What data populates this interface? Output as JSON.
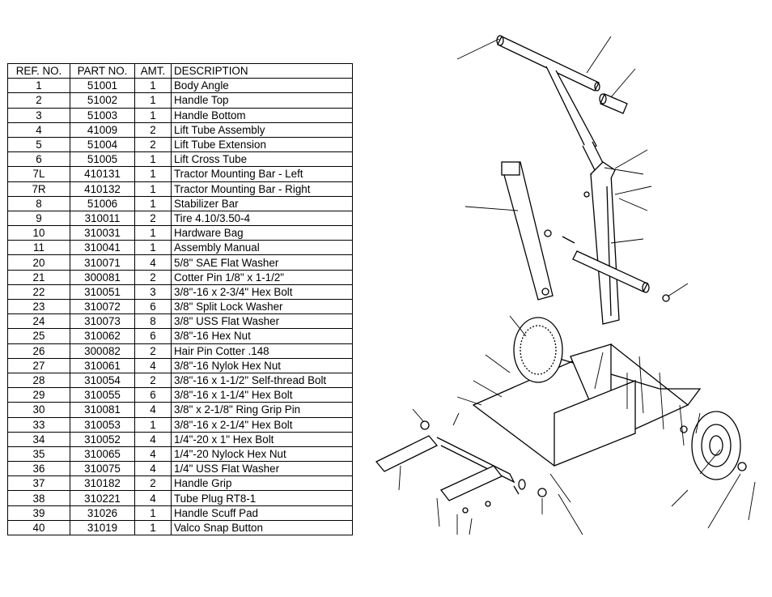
{
  "table": {
    "headers": [
      "REF. NO.",
      "PART NO.",
      "AMT.",
      "DESCRIPTION"
    ],
    "rows": [
      [
        "1",
        "51001",
        "1",
        "Body Angle"
      ],
      [
        "2",
        "51002",
        "1",
        "Handle Top"
      ],
      [
        "3",
        "51003",
        "1",
        "Handle Bottom"
      ],
      [
        "4",
        "41009",
        "2",
        "Lift Tube Assembly"
      ],
      [
        "5",
        "51004",
        "2",
        "Lift Tube Extension"
      ],
      [
        "6",
        "51005",
        "1",
        "Lift Cross Tube"
      ],
      [
        "7L",
        "410131",
        "1",
        "Tractor Mounting Bar - Left"
      ],
      [
        "7R",
        "410132",
        "1",
        "Tractor Mounting Bar - Right"
      ],
      [
        "8",
        "51006",
        "1",
        "Stabilizer Bar"
      ],
      [
        "9",
        "310011",
        "2",
        "Tire 4.10/3.50-4"
      ],
      [
        "10",
        "310031",
        "1",
        "Hardware Bag"
      ],
      [
        "11",
        "310041",
        "1",
        "Assembly Manual"
      ],
      [
        "20",
        "310071",
        "4",
        "5/8\" SAE Flat Washer"
      ],
      [
        "21",
        "300081",
        "2",
        "Cotter Pin 1/8\" x 1-1/2\""
      ],
      [
        "22",
        "310051",
        "3",
        "3/8\"-16 x 2-3/4\" Hex Bolt"
      ],
      [
        "23",
        "310072",
        "6",
        "3/8\" Split Lock Washer"
      ],
      [
        "24",
        "310073",
        "8",
        "3/8\" USS Flat Washer"
      ],
      [
        "25",
        "310062",
        "6",
        "3/8\"-16 Hex Nut"
      ],
      [
        "26",
        "300082",
        "2",
        "Hair Pin Cotter .148"
      ],
      [
        "27",
        "310061",
        "4",
        "3/8\"-16 Nylok Hex Nut"
      ],
      [
        "28",
        "310054",
        "2",
        "3/8\"-16 x 1-1/2\" Self-thread Bolt"
      ],
      [
        "29",
        "310055",
        "6",
        "3/8\"-16 x 1-1/4\" Hex Bolt"
      ],
      [
        "30",
        "310081",
        "4",
        "3/8\" x 2-1/8\" Ring Grip Pin"
      ],
      [
        "33",
        "310053",
        "1",
        "3/8\"-16 x 2-1/4\" Hex Bolt"
      ],
      [
        "34",
        "310052",
        "4",
        "1/4\"-20 x 1\" Hex Bolt"
      ],
      [
        "35",
        "310065",
        "4",
        "1/4\"-20 Nylock Hex Nut"
      ],
      [
        "36",
        "310075",
        "4",
        "1/4\" USS Flat Washer"
      ],
      [
        "37",
        "310182",
        "2",
        "Handle Grip"
      ],
      [
        "38",
        "310221",
        "4",
        "Tube Plug RT8-1"
      ],
      [
        "39",
        "31026",
        "1",
        "Handle Scuff Pad"
      ],
      [
        "40",
        "31019",
        "1",
        "Valco Snap Button"
      ]
    ]
  }
}
